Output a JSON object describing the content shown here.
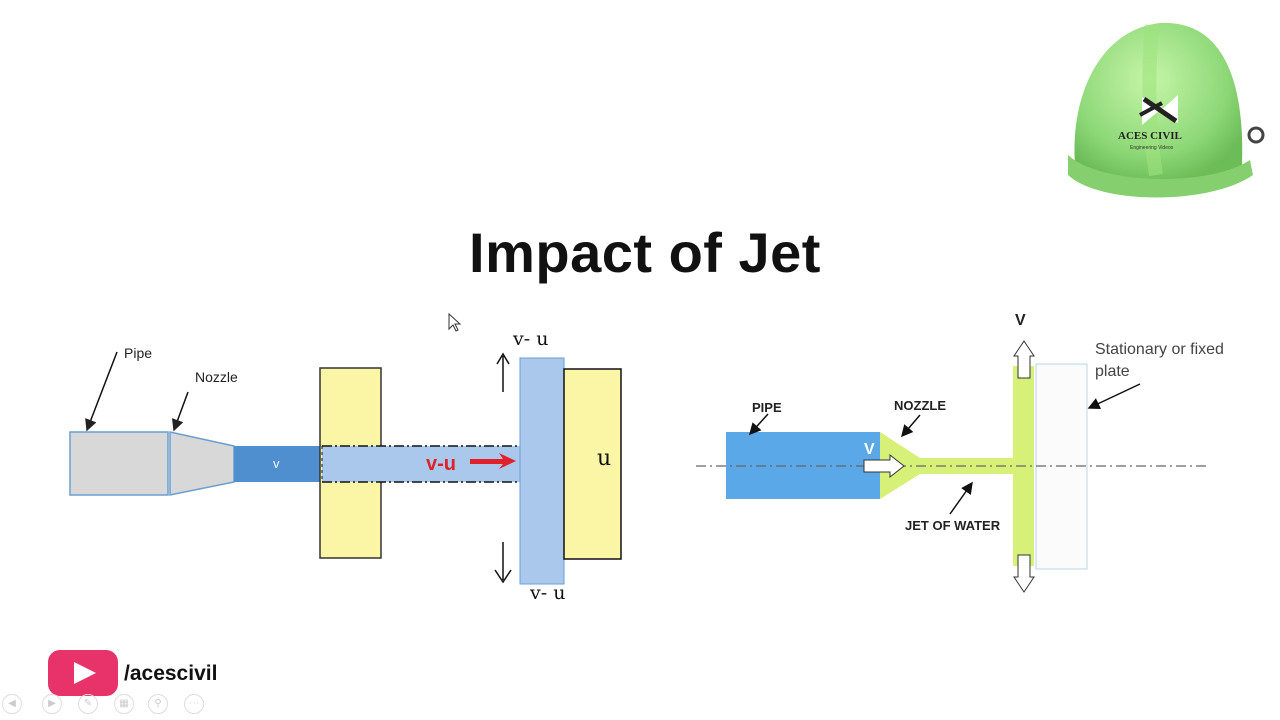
{
  "slide": {
    "title": "Impact of Jet"
  },
  "left_diagram": {
    "pipe_label": "Pipe",
    "nozzle_label": "Nozzle",
    "jet_velocity_label": "v",
    "relative_velocity_label": "v-u",
    "top_deflection_label": "v- u",
    "bottom_deflection_label": "v- u",
    "plate_velocity_label": "u"
  },
  "right_diagram": {
    "top_label": "V",
    "plate_label_line1": "Stationary or fixed",
    "plate_label_line2": "plate",
    "pipe_label": "PIPE",
    "nozzle_label": "NOZZLE",
    "jet_velocity_label": "V",
    "jet_label": "JET OF WATER"
  },
  "logo": {
    "line1": "ACES CIVIL",
    "line2": "Engineering Videos"
  },
  "channel": {
    "handle": "/acescivil"
  },
  "colors": {
    "jet_blue": "#5aa8e8",
    "dark_jet": "#4f8fcf",
    "plate_yellow": "#fbf6a6",
    "jet_green": "#d6f078"
  }
}
